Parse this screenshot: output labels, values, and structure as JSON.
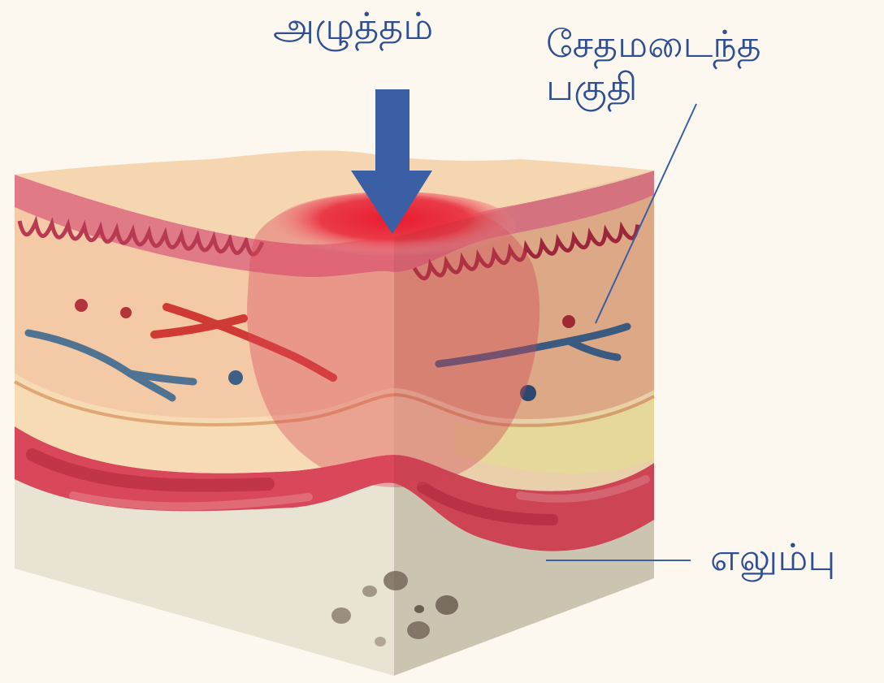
{
  "labels": {
    "pressure": "அழுத்தம்",
    "damaged_line1": "சேதமடைந்த",
    "damaged_line2": "பகுதி",
    "bone": "எலும்பு"
  },
  "colors": {
    "background": "#fcf7ef",
    "label_text": "#2f4f95",
    "arrow": "#3b5fa5",
    "skin_top": "#f6d6b1",
    "epidermis": "#e07a86",
    "dermis": "#f3c9a6",
    "fat": "#f6dbb4",
    "muscle": "#d9485a",
    "bone": "#e6e1d1",
    "damage_zone": "#d9485a",
    "vein": "#4f7391",
    "artery": "#d03a35"
  },
  "icons": {
    "pressure_arrow": "down-arrow-icon"
  }
}
